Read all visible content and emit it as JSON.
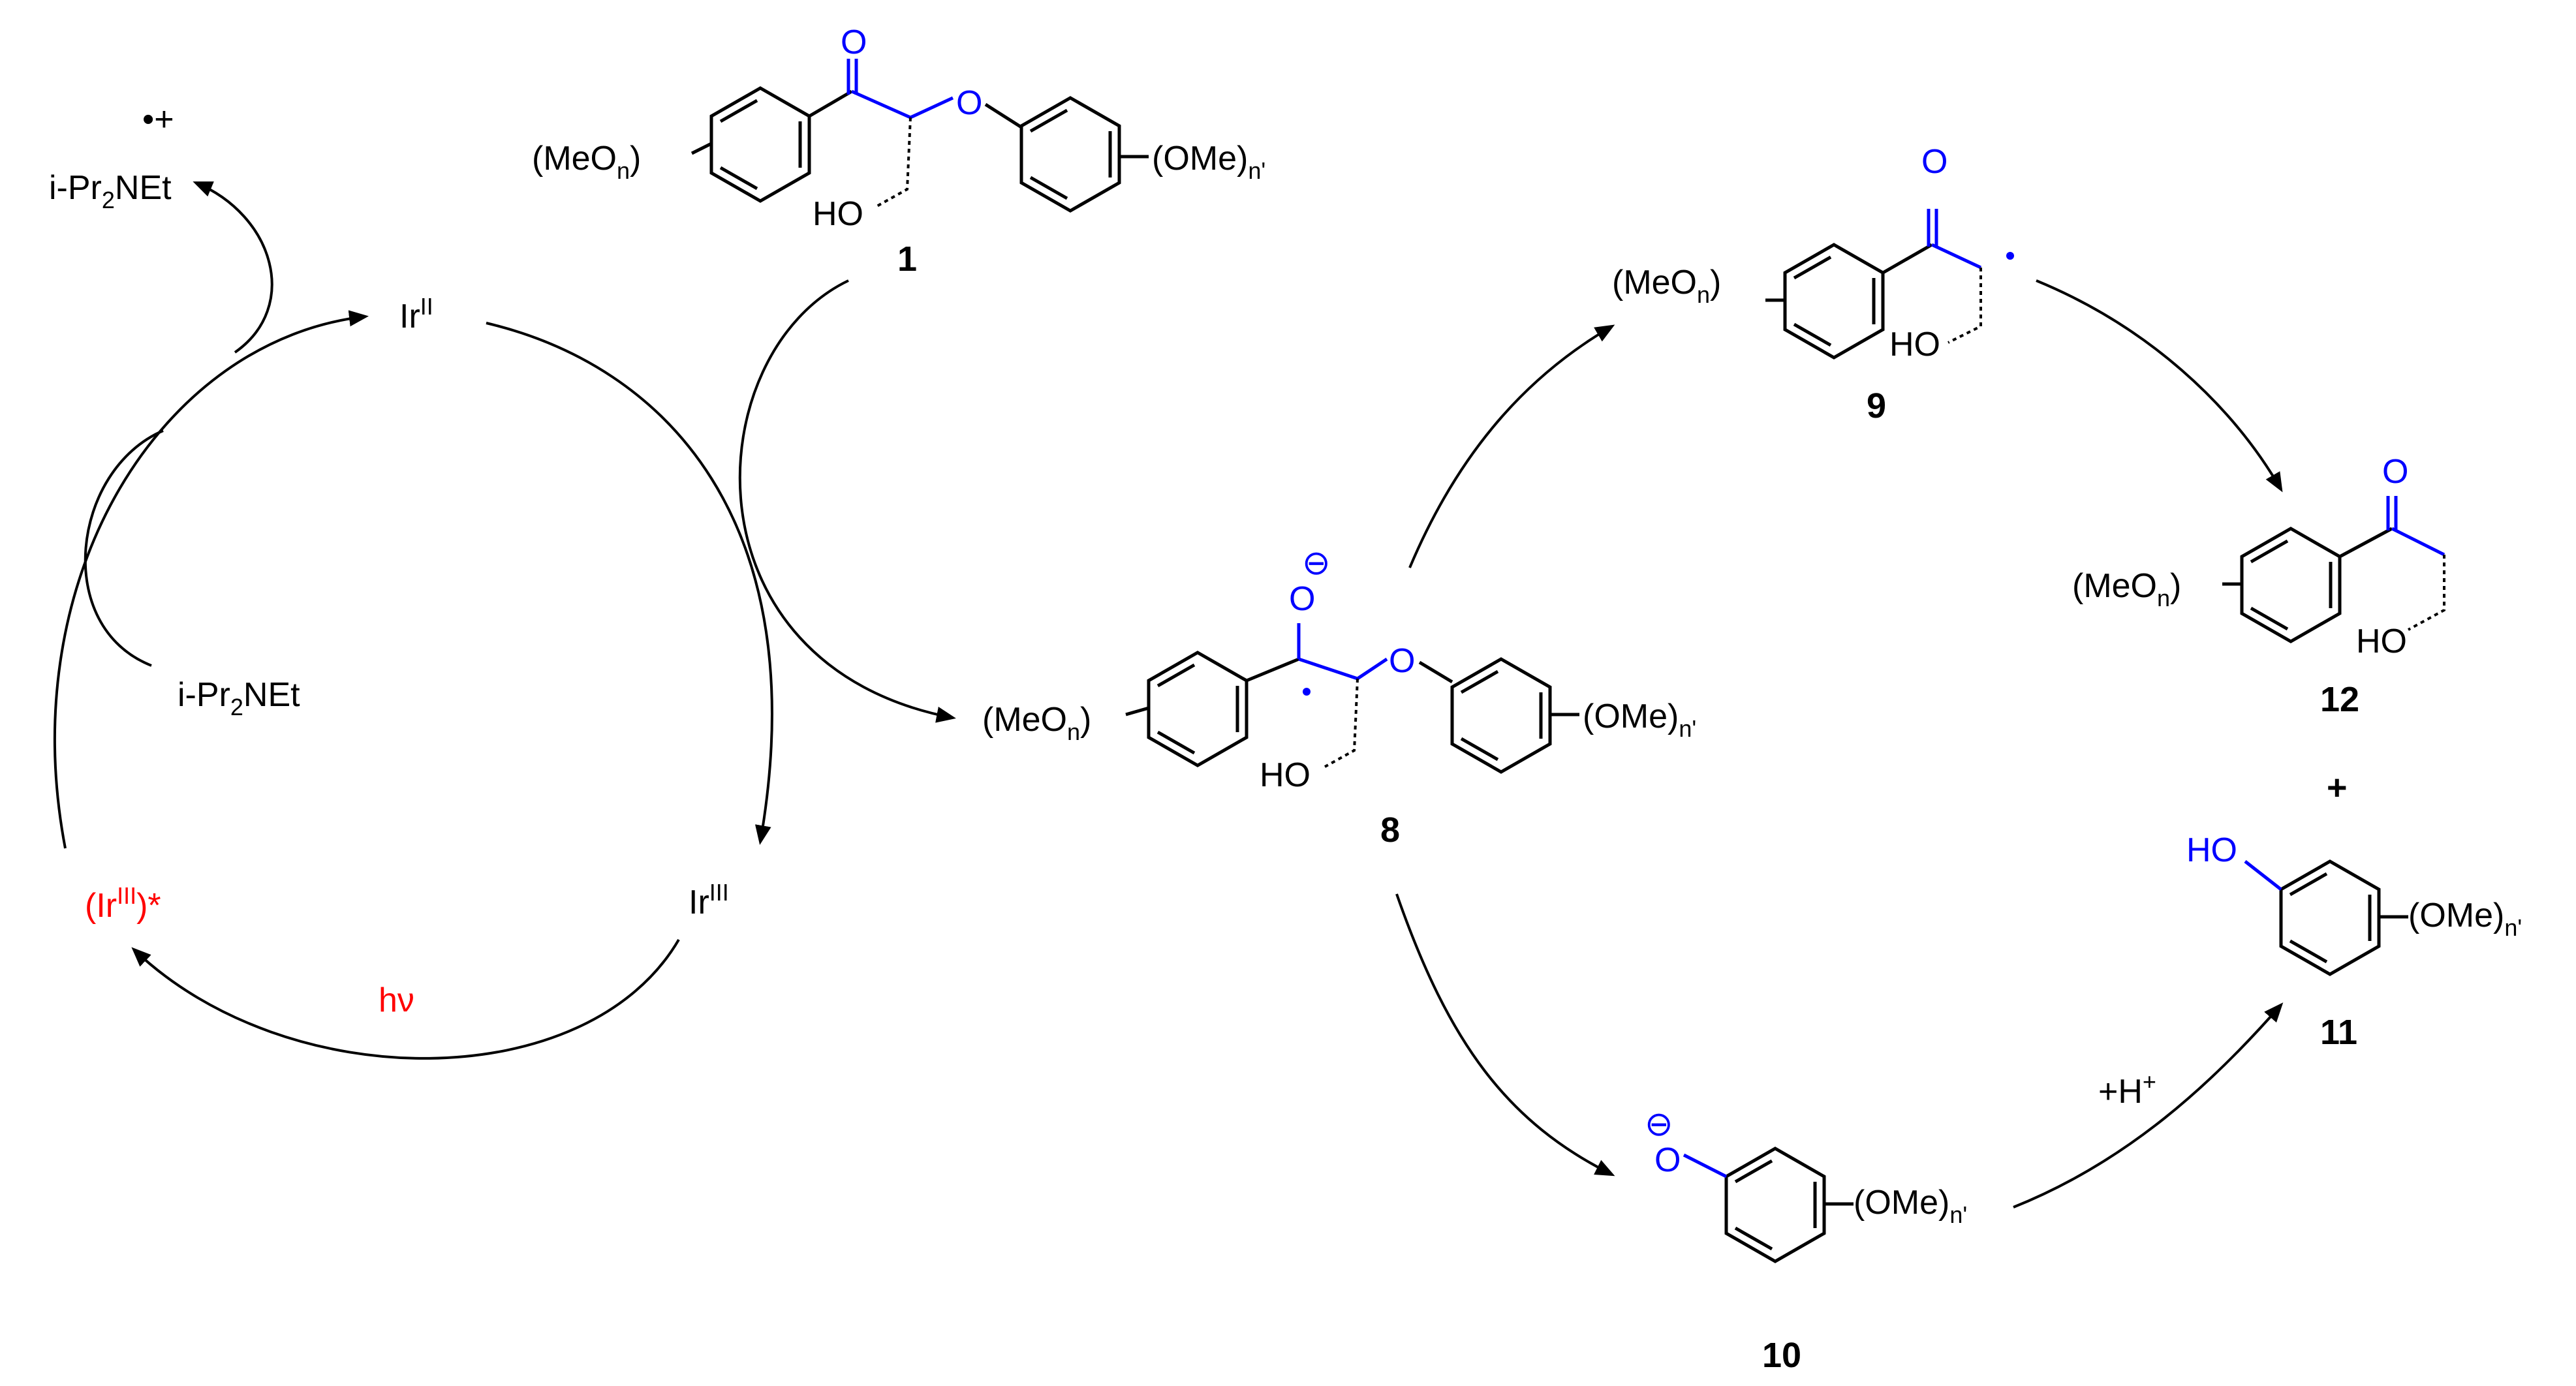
{
  "colors": {
    "bond": "#000000",
    "cleaved_bond": "#0000ff",
    "photo": "#ff0000"
  },
  "catalytic_cycle": {
    "ir_ii": {
      "base": "Ir",
      "sup": "II"
    },
    "ir_iii": {
      "base": "Ir",
      "sup": "III"
    },
    "ir_iii_excited": {
      "open": "(Ir",
      "sup": "III",
      "close": ")*"
    },
    "light": "hν",
    "amine": {
      "pre": "i-Pr",
      "sub": "2",
      "post": "NEt"
    },
    "amine_radical_cation": {
      "pre": "i-Pr",
      "sub": "2",
      "post": "NEt",
      "charge": "•+"
    }
  },
  "compounds": {
    "c1": {
      "number": "1",
      "left_sub": "(MeO",
      "left_sub_n": "n",
      "left_close": ")",
      "right_sub": "(OMe)",
      "right_sub_n": "n'",
      "hydroxyl": "HO",
      "carbonyl": "O",
      "ether": "O"
    },
    "c8": {
      "number": "8",
      "left_sub": "(MeO",
      "left_sub_n": "n",
      "left_close": ")",
      "right_sub": "(OMe)",
      "right_sub_n": "n'",
      "hydroxyl": "HO",
      "alkoxide": "O",
      "charge": "⊖",
      "ether": "O"
    },
    "c9": {
      "number": "9",
      "left_sub": "(MeO",
      "left_sub_n": "n",
      "left_close": ")",
      "hydroxyl": "HO",
      "carbonyl": "O"
    },
    "c12": {
      "number": "12",
      "left_sub": "(MeO",
      "left_sub_n": "n",
      "left_close": ")",
      "hydroxyl": "HO",
      "carbonyl": "O"
    },
    "c10": {
      "number": "10",
      "right_sub": "(OMe)",
      "right_sub_n": "n'",
      "oxygen": "O",
      "charge": "⊖"
    },
    "c11": {
      "number": "11",
      "right_sub": "(OMe)",
      "right_sub_n": "n'",
      "hydroxyl": "HO"
    }
  },
  "plus": "+",
  "protonation": {
    "pre": "+H",
    "sup": "+"
  }
}
